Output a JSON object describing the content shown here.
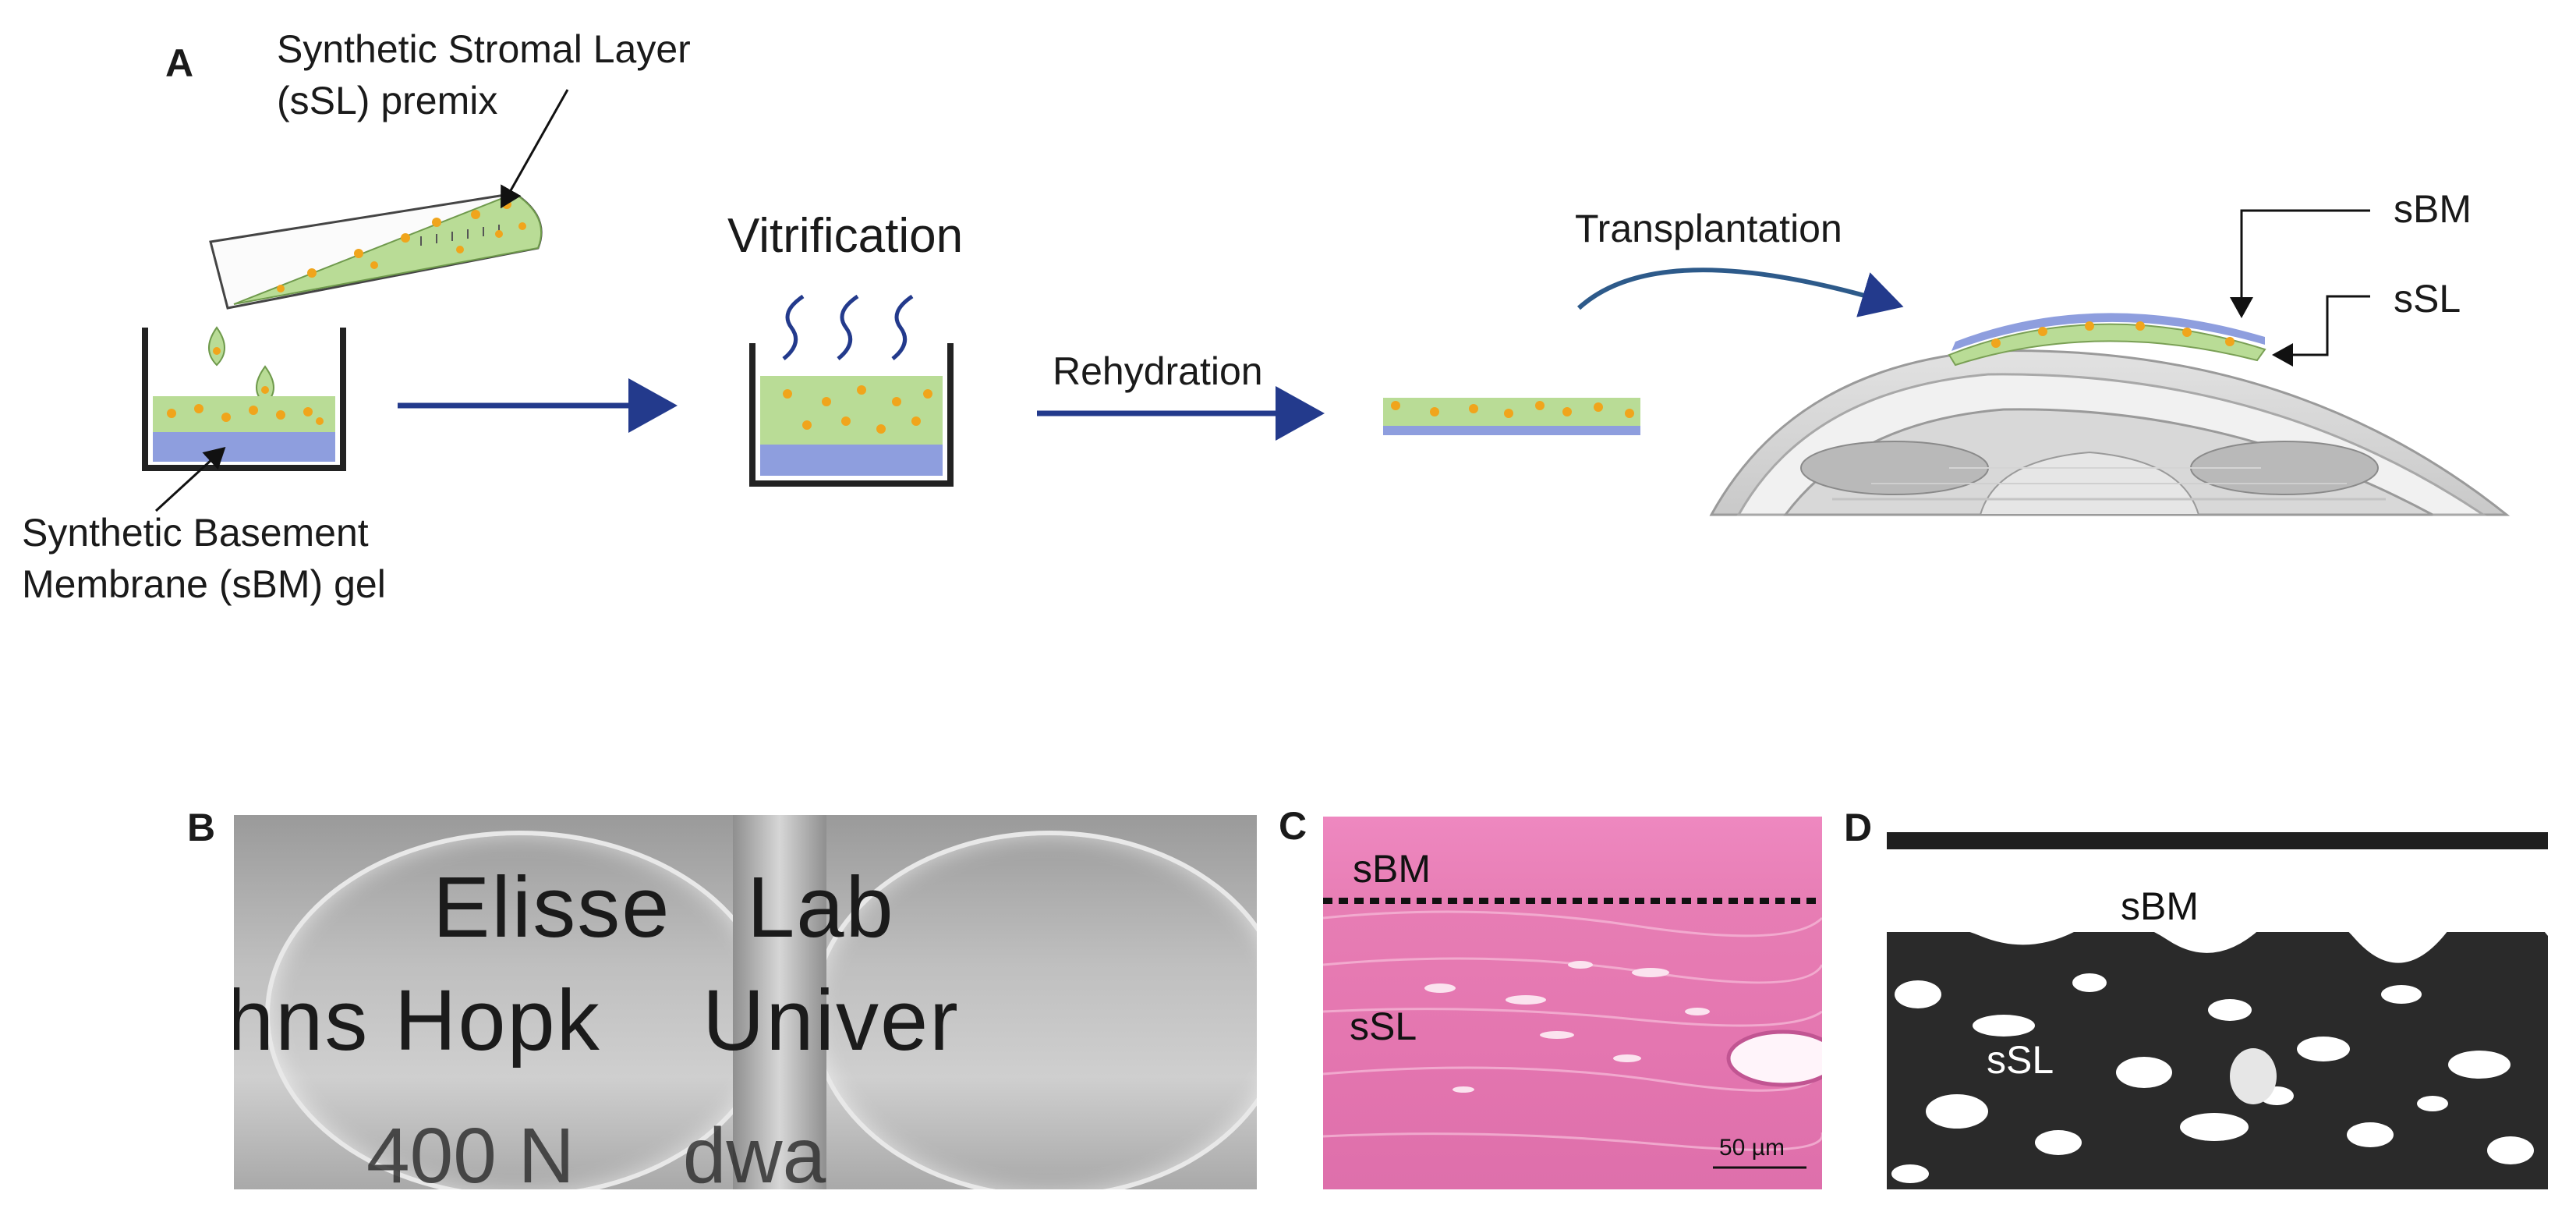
{
  "panel_a": {
    "letter": "A",
    "sSL_premix_label": "Synthetic Stromal Layer\n(sSL) premix",
    "sBM_gel_label": "Synthetic Basement\nMembrane (sBM) gel",
    "vitrification_label": "Vitrification",
    "rehydration_label": "Rehydration",
    "transplantation_label": "Transplantation",
    "eye_sBM_label": "sBM",
    "eye_sSL_label": "sSL"
  },
  "panel_b": {
    "letter": "B",
    "photo_lines": [
      "Elisse   Lab",
      "hns Hopk    Univer",
      "400 N     dwa"
    ]
  },
  "panel_c": {
    "letter": "C",
    "sBM_label": "sBM",
    "sSL_label": "sSL",
    "scale_bar": "50 µm"
  },
  "panel_d": {
    "letter": "D",
    "sBM_label": "sBM",
    "sSL_label": "sSL"
  },
  "colors": {
    "gel_green": "#b9dc96",
    "sbm_blue": "#8e9ede",
    "arrow_navy": "#233a8c",
    "dot_orange": "#f0a51c",
    "he_pink": "#e87fb5"
  }
}
